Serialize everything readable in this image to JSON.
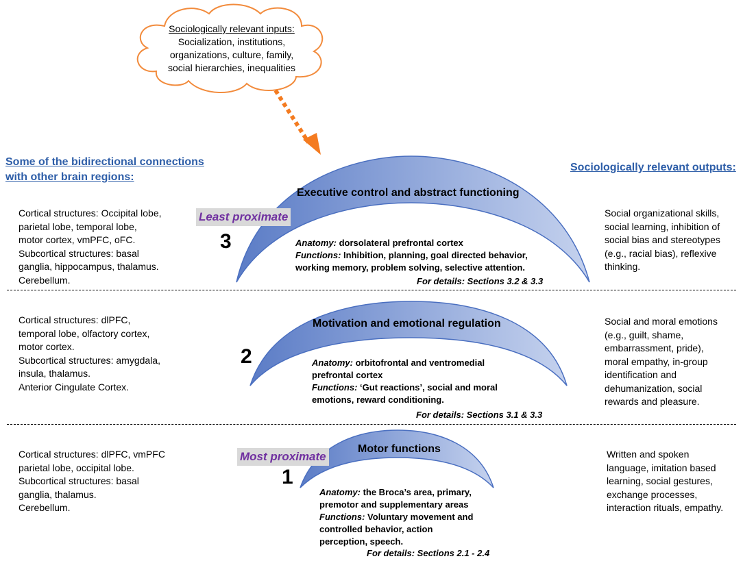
{
  "inputs": {
    "title": "Sociologically relevant inputs:",
    "lines": [
      "Socialization, institutions,",
      "organizations, culture, family,",
      "social hierarchies, inequalities"
    ]
  },
  "headers": {
    "connections": [
      "Some of the bidirectional connections",
      "with other brain regions:"
    ],
    "outputs": "Sociologically relevant outputs:"
  },
  "levels": [
    {
      "number": "3",
      "proximity": "Least proximate",
      "title": "Executive control and abstract functioning",
      "anatomy_label": "Anatomy:",
      "anatomy_text": " dorsolateral prefrontal cortex",
      "functions_label": "Functions:",
      "functions_lines": [
        " Inhibition, planning, goal directed behavior,",
        "working memory, problem solving, selective attention."
      ],
      "details": "For details: Sections 3.2 & 3.3",
      "connections": [
        "Cortical structures: Occipital lobe,",
        "parietal lobe, temporal lobe,",
        "motor cortex, vmPFC, oFC.",
        "Subcortical structures: basal",
        "ganglia, hippocampus, thalamus.",
        "Cerebellum."
      ],
      "outputs": [
        "Social organizational skills,",
        "social learning, inhibition of",
        "social bias and stereotypes",
        "(e.g., racial bias), reflexive",
        "thinking."
      ]
    },
    {
      "number": "2",
      "proximity": "",
      "title": "Motivation and emotional regulation",
      "anatomy_label": "Anatomy:",
      "anatomy_lines": [
        " orbitofrontal and ventromedial",
        "prefrontal cortex"
      ],
      "functions_label": "Functions:",
      "functions_lines": [
        " ‘Gut reactions’, social and moral",
        "emotions, reward conditioning."
      ],
      "details": "For details: Sections 3.1 & 3.3",
      "connections": [
        "Cortical structures: dlPFC,",
        "temporal lobe, olfactory cortex,",
        "motor cortex.",
        "Subcortical structures: amygdala,",
        "insula, thalamus.",
        "Anterior Cingulate Cortex."
      ],
      "outputs": [
        "Social and moral emotions",
        "(e.g., guilt, shame,",
        "embarrassment, pride),",
        "moral empathy, in-group",
        "identification and",
        "dehumanization, social",
        "rewards and pleasure."
      ]
    },
    {
      "number": "1",
      "proximity": "Most proximate",
      "title": "Motor functions",
      "anatomy_label": "Anatomy:",
      "anatomy_lines": [
        " the Broca’s area, primary,",
        "premotor and supplementary areas"
      ],
      "functions_label": "Functions:",
      "functions_lines": [
        " Voluntary movement and",
        "controlled behavior, action",
        "perception, speech."
      ],
      "details": "For details: Sections 2.1 - 2.4",
      "connections": [
        "Cortical structures: dlPFC, vmPFC",
        "parietal lobe, occipital lobe.",
        "Subcortical structures: basal",
        "ganglia, thalamus.",
        "Cerebellum."
      ],
      "outputs": [
        "Written and spoken",
        "language, imitation based",
        "learning, social gestures,",
        "exchange processes,",
        "interaction rituals, empathy."
      ]
    }
  ],
  "colors": {
    "arc_dark": "#5b7cc6",
    "arc_light": "#c5d2ee",
    "arc_stroke": "#4a6fc0",
    "cloud_stroke": "#f28b3c",
    "arrow": "#f47b20",
    "header": "#2e5ea8",
    "proximity": "#7030a0"
  }
}
